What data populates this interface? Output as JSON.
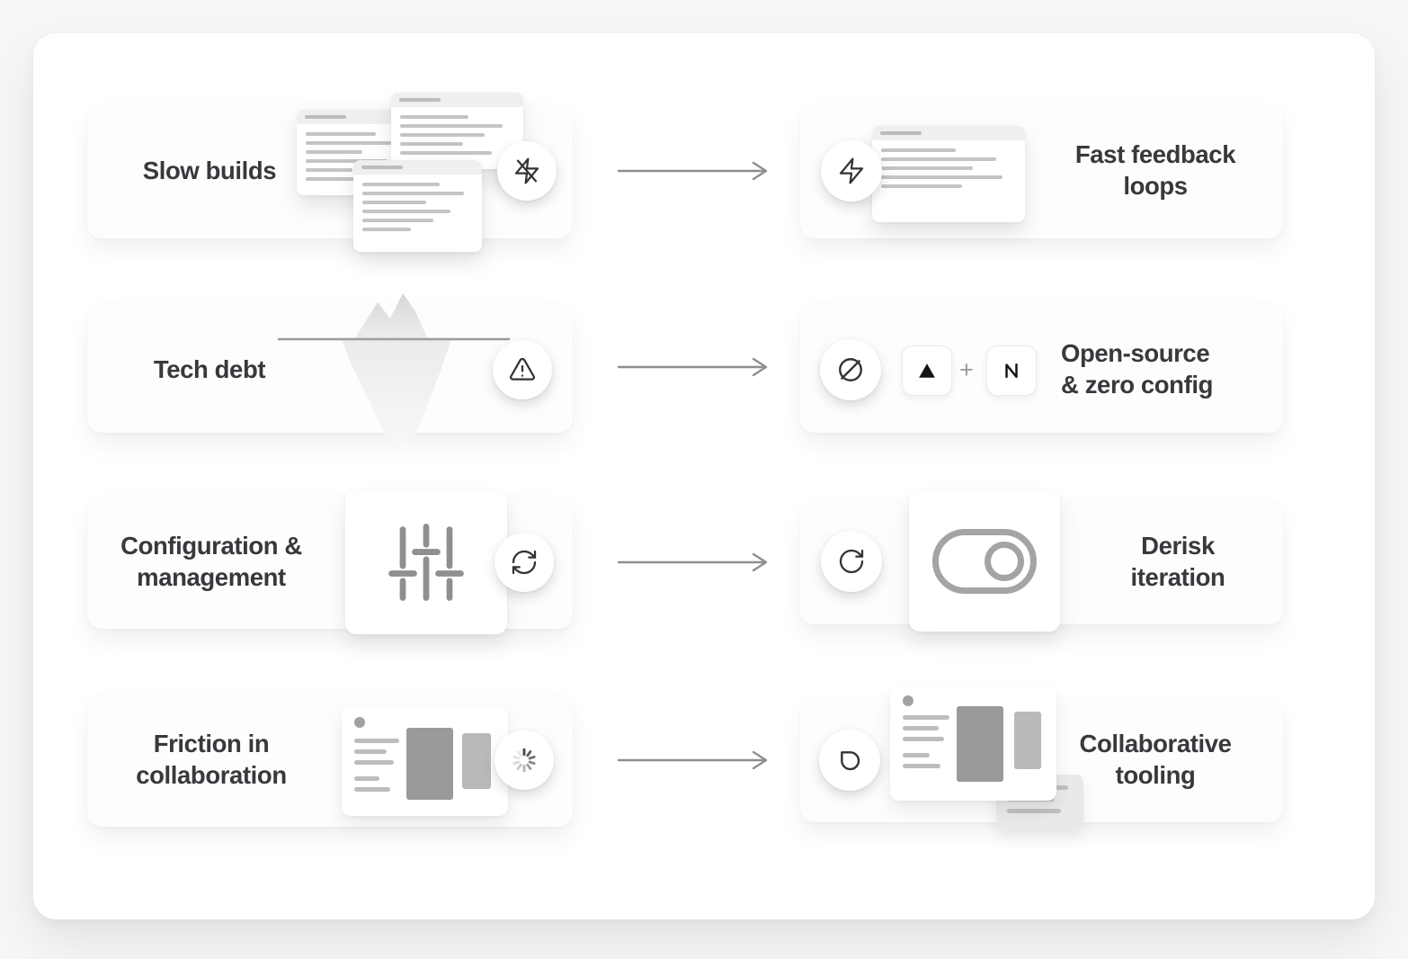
{
  "rows": [
    {
      "problem": {
        "label_lines": [
          "Slow builds"
        ],
        "icon": "lightning-slash"
      },
      "solution": {
        "label_lines": [
          "Fast feedback",
          "loops"
        ],
        "icon": "lightning"
      }
    },
    {
      "problem": {
        "label_lines": [
          "Tech debt"
        ],
        "icon": "warning-triangle"
      },
      "solution": {
        "label_lines": [
          "Open-source",
          "& zero config"
        ],
        "icon": "circle-slash",
        "plus_sign": "+",
        "logos": [
          "vercel-triangle",
          "nextjs-n"
        ]
      }
    },
    {
      "problem": {
        "label_lines": [
          "Configuration &",
          "management"
        ],
        "icon": "sync-arrows"
      },
      "solution": {
        "label_lines": [
          "Derisk",
          "iteration"
        ],
        "icon": "rotate-arrow"
      }
    },
    {
      "problem": {
        "label_lines": [
          "Friction in",
          "collaboration"
        ],
        "icon": "spinner"
      },
      "solution": {
        "label_lines": [
          "Collaborative",
          "tooling"
        ],
        "icon": "drop"
      }
    }
  ],
  "colors": {
    "background": "#f6f6f7",
    "panel": "#ffffff",
    "card": "#fdfdfd",
    "text": "#38383d",
    "arrow": "#8e8e8e",
    "icon_stroke": "#323237",
    "logo_black": "#141414"
  }
}
